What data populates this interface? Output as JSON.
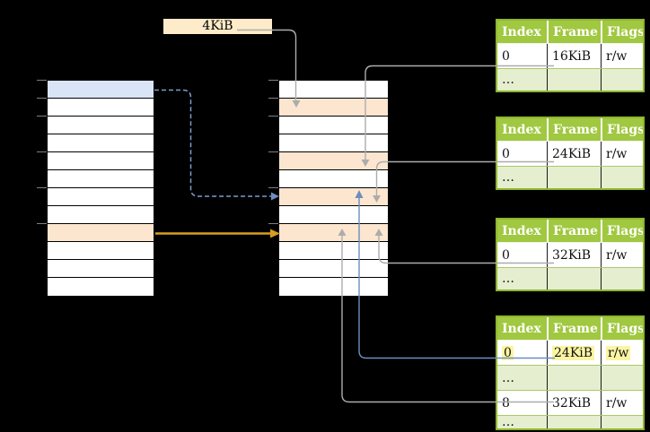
{
  "page_size_label": "4KiB",
  "colors": {
    "background": "#000000",
    "header_green": "#a0c840",
    "table_border_green": "#8fb62e",
    "row_green": "#e5eecf",
    "row_peach": "#fce6cf",
    "row_blue": "#d9e5f6",
    "label_wheat": "#fdebc9",
    "highlight_yellow": "#fbf5a2",
    "arrow_gray": "#acacac",
    "arrow_blue": "#6c8ebf",
    "arrow_blue_dashed": "#7d9cce",
    "arrow_orange": "#d79e1f",
    "tick_gray": "#808080"
  },
  "virtual_memory_table": {
    "rows": [
      "blue",
      "white",
      "white",
      "white",
      "white",
      "white",
      "white",
      "white",
      "peach",
      "white",
      "white",
      "white"
    ]
  },
  "physical_memory_table": {
    "rows": [
      "white",
      "peach",
      "white",
      "white",
      "peach",
      "white",
      "peach",
      "white",
      "peach",
      "white",
      "white",
      "white"
    ]
  },
  "page_tables": [
    {
      "headers": [
        "Index",
        "Frame",
        "Flags"
      ],
      "rows": [
        {
          "cells": [
            "0",
            "16KiB",
            "r/w"
          ],
          "variant": "white",
          "highlight": false
        },
        {
          "cells": [
            "…",
            "",
            ""
          ],
          "variant": "green",
          "highlight": false
        }
      ]
    },
    {
      "headers": [
        "Index",
        "Frame",
        "Flags"
      ],
      "rows": [
        {
          "cells": [
            "0",
            "24KiB",
            "r/w"
          ],
          "variant": "white",
          "highlight": false
        },
        {
          "cells": [
            "…",
            "",
            ""
          ],
          "variant": "green",
          "highlight": false
        }
      ]
    },
    {
      "headers": [
        "Index",
        "Frame",
        "Flags"
      ],
      "rows": [
        {
          "cells": [
            "0",
            "32KiB",
            "r/w"
          ],
          "variant": "white",
          "highlight": false
        },
        {
          "cells": [
            "…",
            "",
            ""
          ],
          "variant": "green",
          "highlight": false
        }
      ]
    },
    {
      "headers": [
        "Index",
        "Frame",
        "Flags"
      ],
      "rows": [
        {
          "cells": [
            "0",
            "24KiB",
            "r/w"
          ],
          "variant": "white",
          "highlight": true
        },
        {
          "cells": [
            "…",
            "",
            ""
          ],
          "variant": "green",
          "highlight": false
        },
        {
          "cells": [
            "8",
            "32KiB",
            "r/w"
          ],
          "variant": "white",
          "highlight": false
        },
        {
          "cells": [
            "…",
            "",
            ""
          ],
          "variant": "green",
          "highlight": false
        }
      ]
    }
  ]
}
